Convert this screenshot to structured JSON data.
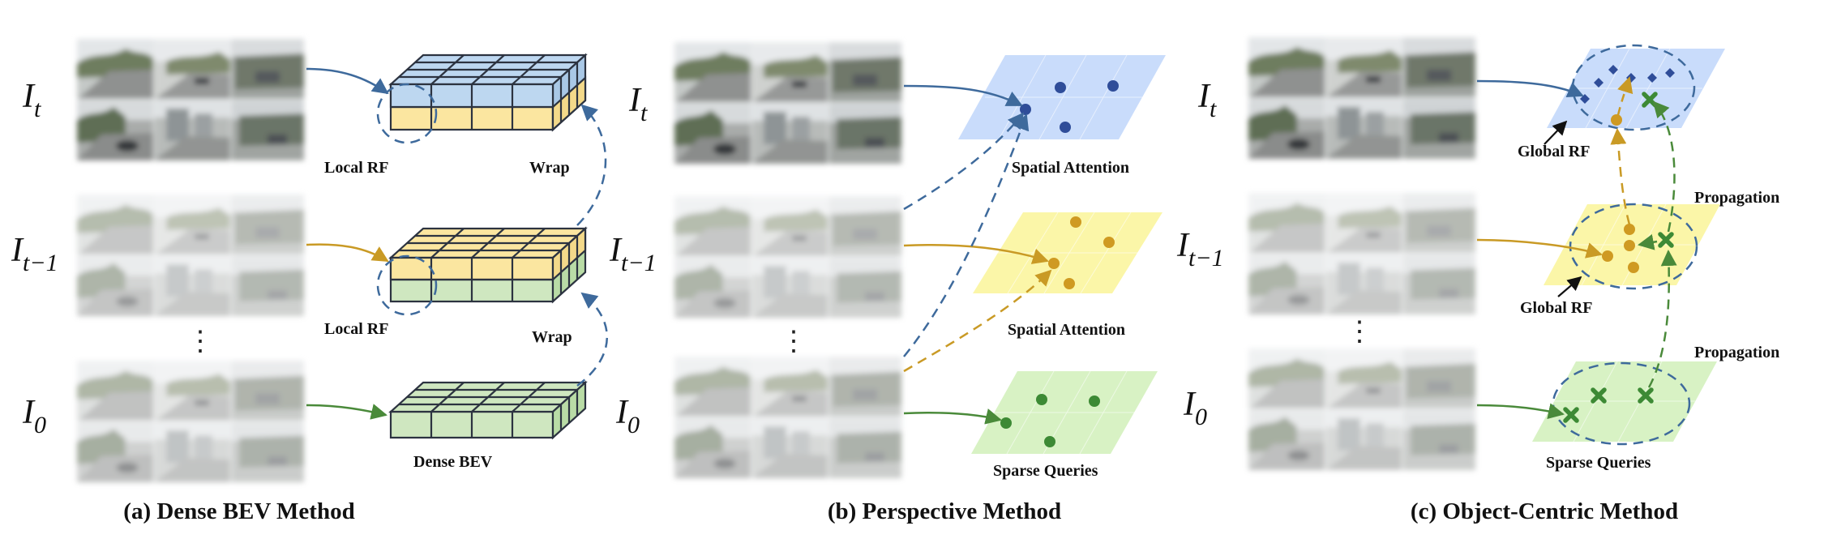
{
  "panels": {
    "a": {
      "caption": "(a) Dense BEV Method",
      "frames": [
        {
          "symbol": "I",
          "subscript": "t"
        },
        {
          "symbol": "I",
          "subscript": "t−1"
        },
        {
          "symbol": "I",
          "subscript": "0"
        }
      ],
      "ellipsis": "⋮",
      "labels": {
        "local_rf_top": "Local RF",
        "local_rf_mid": "Local RF",
        "wrap_top": "Wrap",
        "wrap_bottom": "Wrap",
        "dense_bev": "Dense BEV"
      }
    },
    "b": {
      "caption": "(b) Perspective Method",
      "frames": [
        {
          "symbol": "I",
          "subscript": "t"
        },
        {
          "symbol": "I",
          "subscript": "t−1"
        },
        {
          "symbol": "I",
          "subscript": "0"
        }
      ],
      "ellipsis": "⋮",
      "labels": {
        "spatial_attention_top": "Spatial Attention",
        "spatial_attention_mid": "Spatial Attention",
        "sparse_queries": "Sparse Queries"
      }
    },
    "c": {
      "caption": "(c) Object-Centric Method",
      "frames": [
        {
          "symbol": "I",
          "subscript": "t"
        },
        {
          "symbol": "I",
          "subscript": "t−1"
        },
        {
          "symbol": "I",
          "subscript": "0"
        }
      ],
      "ellipsis": "⋮",
      "labels": {
        "global_rf_top": "Global RF",
        "global_rf_mid": "Global RF",
        "propagation_top": "Propagation",
        "propagation_bottom": "Propagation",
        "sparse_queries": "Sparse Queries"
      }
    }
  },
  "colors": {
    "blue_plane": "#c9dcfb",
    "yellow_plane": "#fbf6a8",
    "green_plane": "#d8f2c4",
    "blue_mark": "#2f4d99",
    "yellow_mark": "#cf9a22",
    "green_mark": "#3d8a35",
    "blue_arrow": "#3e6a9c",
    "yellow_arrow": "#c99a25",
    "green_arrow": "#4a8a3a",
    "cube_blue": "#bdd7f0",
    "cube_yellow": "#fbe6a0",
    "cube_green": "#cfe7c0"
  }
}
